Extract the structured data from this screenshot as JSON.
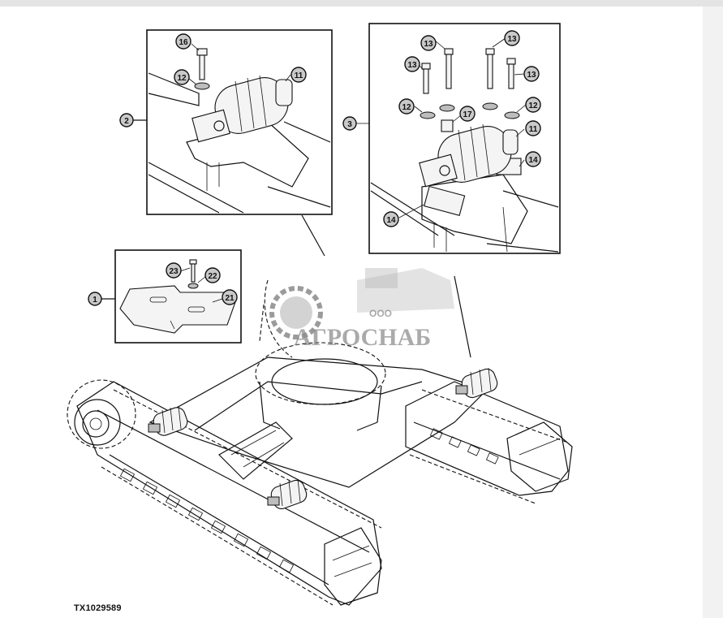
{
  "figure_id": "TX1029589",
  "callouts": {
    "c1": "1",
    "c2": "2",
    "c3": "3",
    "c11a": "11",
    "c11b": "11",
    "c12a": "12",
    "c12b": "12",
    "c12c": "12",
    "c13a": "13",
    "c13b": "13",
    "c13c": "13",
    "c13d": "13",
    "c14a": "14",
    "c14b": "14",
    "c16": "16",
    "c17": "17",
    "c21": "21",
    "c22": "22",
    "c23": "23"
  },
  "watermark": {
    "brand": "АГРОСНАБ",
    "prefix": "ООО"
  },
  "colors": {
    "callout_fill": "#c9c9c9",
    "line": "#111111",
    "watermark": "#7a7a7a"
  }
}
